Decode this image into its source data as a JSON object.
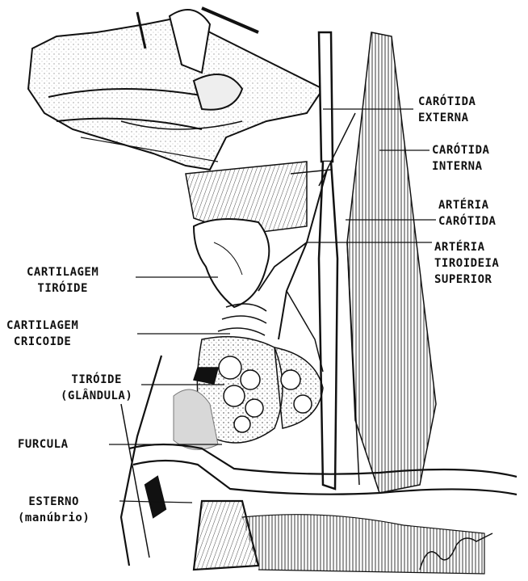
{
  "labels": {
    "carotida_externa": [
      "CARÓTIDA",
      "EXTERNA"
    ],
    "carotida_interna": [
      "CARÓTIDA",
      "INTERNA"
    ],
    "arteria_carotida": [
      "ARTÉRIA",
      "CARÓTIDA"
    ],
    "arteria_tiroideia": [
      "ARTÉRIA",
      "TIROIDEIA",
      "SUPERIOR"
    ],
    "cartilagem_tiroide": [
      "CARTILAGEM",
      "TIRÓIDE"
    ],
    "cartilagem_cricoide": [
      "CARTILAGEM",
      "CRICOIDE"
    ],
    "tiroide_glandula": [
      "TIRÓIDE",
      "(GLÂNDULA)"
    ],
    "furcula": [
      "FURCULA"
    ],
    "esterno": [
      "ESTERNO",
      "(manúbrio)"
    ]
  },
  "colors": {
    "ink": "#111111",
    "paper": "#ffffff",
    "shade": "#d8d8d8"
  }
}
